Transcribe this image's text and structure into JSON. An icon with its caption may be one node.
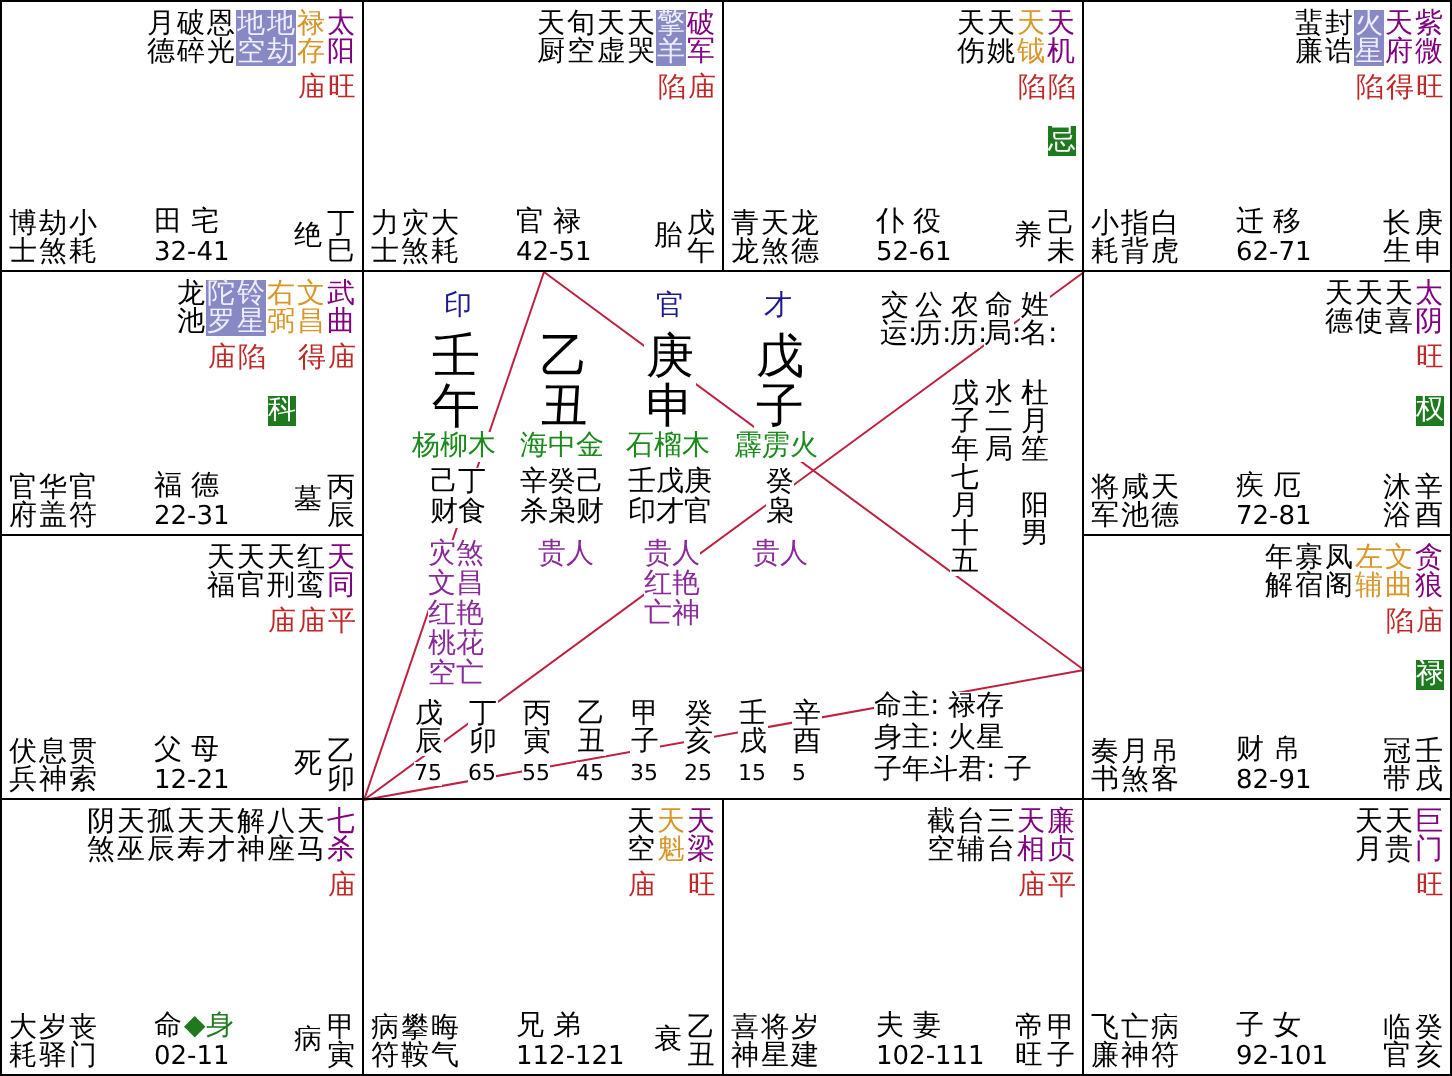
{
  "diagram": {
    "nodes": [
      {
        "text": [
          "月德",
          "破碎",
          "恩光",
          "地空",
          "地劫",
          "禄存",
          "太阳",
          "庙旺",
          "博士",
          "劫煞",
          "小耗",
          "田 宅",
          "32-41",
          "绝",
          "丁巳"
        ]
      },
      {
        "text": [
          "天厨",
          "旬空",
          "天虚",
          "天哭",
          "擎羊",
          "破军",
          "陷庙",
          "力士",
          "灾煞",
          "大耗",
          "官 禄",
          "42-51",
          "胎",
          "戊午"
        ]
      },
      {
        "text": [
          "天伤",
          "天姚",
          "天钺",
          "天机",
          "陷",
          "陷",
          "忌",
          "青龙",
          "天煞",
          "龙德",
          "仆 役",
          "52-61",
          "养",
          "己未"
        ]
      },
      {
        "text": [
          "蜚廉",
          "封诰",
          "火星",
          "天府",
          "紫微",
          "陷得旺",
          "小耗",
          "指背",
          "白虎",
          "迁 移",
          "62-71",
          "长生",
          "庚申"
        ]
      },
      {
        "text": [
          "龙池",
          "陀罗",
          "铃星",
          "右弼",
          "文昌",
          "武曲",
          "庙陷",
          "得庙",
          "科",
          "官府",
          "华盖",
          "官符",
          "福 德",
          "22-31",
          "墓",
          "丙辰"
        ]
      },
      {
        "text": [
          "天德",
          "天使",
          "天喜",
          "太阴",
          "旺",
          "权",
          "将军",
          "咸池",
          "天德",
          "疾 厄",
          "72-81",
          "沐浴",
          "辛酉"
        ]
      },
      {
        "text": [
          "天福",
          "天官",
          "天刑",
          "红鸾",
          "天同",
          "庙庙平",
          "伏兵",
          "息神",
          "贯索",
          "父 母",
          "12-21",
          "死",
          "乙卯"
        ]
      },
      {
        "text": [
          "年解",
          "寡宿",
          "凤阁",
          "左辅",
          "文曲",
          "贪狼",
          "陷庙",
          "禄",
          "奏书",
          "月煞",
          "吊客",
          "财 帛",
          "82-91",
          "冠带",
          "壬戌"
        ]
      },
      {
        "text": [
          "阴煞",
          "天巫",
          "孤辰",
          "天寿",
          "天才",
          "解神",
          "八座",
          "天马",
          "七杀",
          "庙",
          "大耗",
          "岁驿",
          "丧门",
          "命",
          "◆身",
          "02-11",
          "病",
          "甲寅"
        ]
      },
      {
        "text": [
          "天空",
          "天魁",
          "天梁",
          "庙",
          "旺",
          "病符",
          "攀鞍",
          "晦气",
          "兄 弟",
          "112-121",
          "衰",
          "乙丑"
        ]
      },
      {
        "text": [
          "截空",
          "台辅",
          "三台",
          "天相",
          "廉贞",
          "庙平",
          "喜神",
          "将星",
          "岁建",
          "夫 妻",
          "102-111",
          "帝旺",
          "甲子"
        ]
      },
      {
        "text": [
          "天月",
          "天贵",
          "巨门",
          "旺",
          "飞廉",
          "亡神",
          "病符",
          "子 女",
          "92-101",
          "临官",
          "癸亥"
        ]
      }
    ],
    "edges": [
      {
        "from": 8,
        "to": 1,
        "arrow": "none"
      },
      {
        "from": 8,
        "to": 7,
        "arrow": "none"
      },
      {
        "from": 1,
        "to": 7,
        "arrow": "none"
      },
      {
        "from": 8,
        "to": 3,
        "arrow": "none"
      }
    ],
    "labels": [
      "印",
      "官",
      "才",
      "壬午",
      "乙丑",
      "庚申",
      "戊子",
      "杨柳木",
      "海中金",
      "石榴木",
      "霹雳火",
      "己丁",
      "辛癸己",
      "壬戊庚",
      "癸",
      "财食",
      "杀枭财",
      "印才官",
      "枭",
      "灾煞",
      "文昌",
      "红艳",
      "桃花",
      "空亡",
      "贵人",
      "贵人",
      "红艳",
      "亡神",
      "贵人",
      "交运:",
      "公历:",
      "农历:",
      "命局:",
      "姓名:",
      "戊子年七月十五",
      "水二局",
      "杜月笙",
      "阳男",
      "戊辰",
      "75",
      "丁卯",
      "65",
      "丙寅",
      "55",
      "乙丑",
      "45",
      "甲子",
      "35",
      "癸亥",
      "25",
      "壬戌",
      "15",
      "辛酉",
      "5",
      "命主: 禄存",
      "身主: 火星",
      "子年斗君: 子"
    ]
  }
}
